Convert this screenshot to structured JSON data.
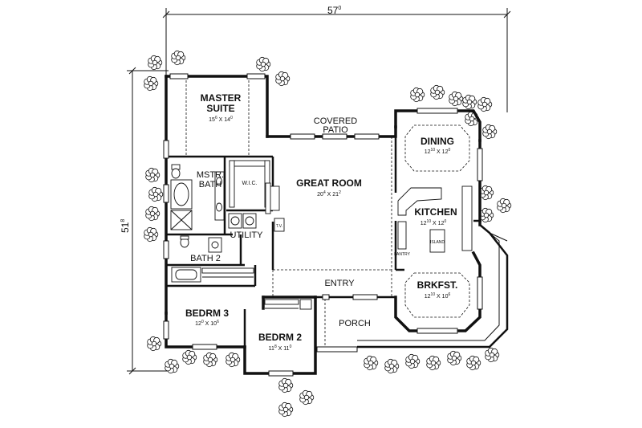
{
  "dimensions": {
    "width": {
      "main": "57",
      "sup": "0"
    },
    "depth": {
      "main": "51",
      "sup": "8"
    }
  },
  "rooms": {
    "master_suite": {
      "line1": "MASTER",
      "line2": "SUITE",
      "size_a": "15",
      "sup_a": "6",
      "size_b": "14",
      "sup_b": "0"
    },
    "covered_patio": {
      "line1": "COVERED",
      "line2": "PATIO"
    },
    "dining": {
      "name": "DINING",
      "size_a": "12",
      "sup_a": "10",
      "size_b": "12",
      "sup_b": "0"
    },
    "mstr_bath": {
      "line1": "MSTR.",
      "line2": "BATH"
    },
    "wic": {
      "name": "W.I.C."
    },
    "great_room": {
      "name": "GREAT ROOM",
      "size_a": "20",
      "sup_a": "4",
      "size_b": "21",
      "sup_b": "2"
    },
    "kitchen": {
      "name": "KITCHEN",
      "size_a": "12",
      "sup_a": "10",
      "size_b": "12",
      "sup_b": "0"
    },
    "utility": {
      "name": "UTILITY"
    },
    "tv": {
      "name": "T.V."
    },
    "island": {
      "name": "ISLAND"
    },
    "pantry": {
      "name": "PANTRY"
    },
    "bath2": {
      "name": "BATH 2"
    },
    "entry": {
      "name": "ENTRY"
    },
    "brkfst": {
      "name": "BRKFST.",
      "size_a": "12",
      "sup_a": "10",
      "size_b": "10",
      "sup_b": "6"
    },
    "bedrm3": {
      "name": "BEDRM 3",
      "size_a": "12",
      "sup_a": "0",
      "size_b": "10",
      "sup_b": "6"
    },
    "bedrm2": {
      "name": "BEDRM 2",
      "size_a": "11",
      "sup_a": "8",
      "size_b": "11",
      "sup_b": "0"
    },
    "porch": {
      "name": "PORCH"
    }
  }
}
